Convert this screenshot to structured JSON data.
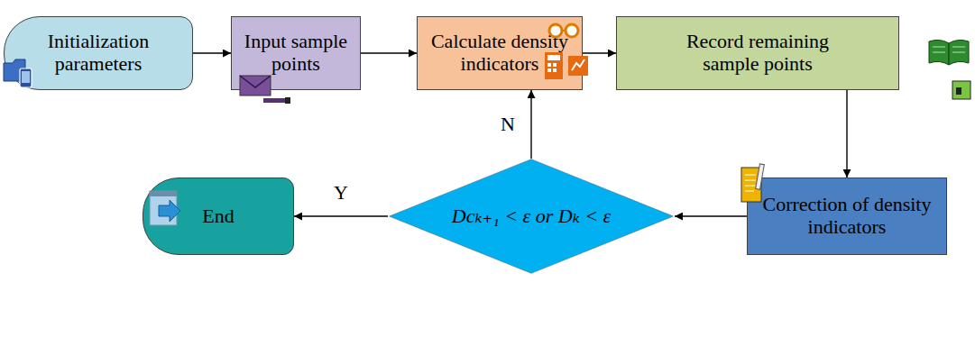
{
  "diagram": {
    "nodes": [
      {
        "text": [
          "Initialization parameters"
        ]
      },
      {
        "text": [
          "Input sample points"
        ]
      },
      {
        "text": [
          "Calculate density indicators"
        ]
      },
      {
        "text": [
          "Record remaining sample points"
        ]
      },
      {
        "text": [
          "Correction of density indicators"
        ]
      },
      {
        "text": [
          "Dcₖ₊₁ < ε or Dₖ < ε"
        ]
      },
      {
        "text": [
          "End"
        ]
      }
    ],
    "edges": [
      {
        "from": 0,
        "to": 1,
        "arrow": "to"
      },
      {
        "from": 1,
        "to": 2,
        "arrow": "to"
      },
      {
        "from": 2,
        "to": 3,
        "arrow": "to"
      },
      {
        "from": 3,
        "to": 4,
        "arrow": "to"
      },
      {
        "from": 4,
        "to": 5,
        "arrow": "to"
      },
      {
        "from": 5,
        "to": 6,
        "label": "Y",
        "arrow": "to"
      },
      {
        "from": 5,
        "to": 2,
        "label": "N",
        "arrow": "to"
      }
    ]
  }
}
